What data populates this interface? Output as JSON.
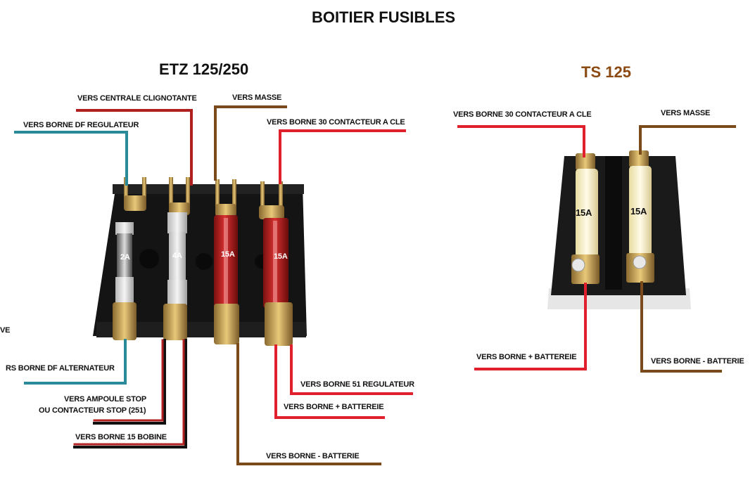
{
  "title": "BOITIER FUSIBLES",
  "left": {
    "heading": "ETZ 125/250",
    "labels": {
      "centrale": "VERS CENTRALE CLIGNOTANTE",
      "masse": "VERS MASSE",
      "df_regulateur": "VERS BORNE DF REGULATEUR",
      "borne30": "VERS BORNE 30 CONTACTEUR A CLE",
      "cut_left": "VE",
      "df_alternateur": "RS BORNE DF ALTERNATEUR",
      "stop_line1": "VERS AMPOULE STOP",
      "stop_line2": "OU CONTACTEUR STOP (251)",
      "borne15": "VERS BORNE 15 BOBINE",
      "borne51": "VERS BORNE 51 REGULATEUR",
      "plus_batterie": "VERS BORNE + BATTEREIE",
      "moins_batterie": "VERS BORNE - BATTERIE"
    },
    "fuses": [
      "2A",
      "4A",
      "15A",
      "15A"
    ]
  },
  "right": {
    "heading": "TS 125",
    "labels": {
      "borne30": "VERS BORNE 30 CONTACTEUR A CLE",
      "masse": "VERS MASSE",
      "plus_batterie": "VERS BORNE + BATTEREIE",
      "moins_batterie": "VERS BORNE - BATTERIE"
    },
    "fuses": [
      "15A",
      "15A"
    ]
  },
  "colors": {
    "red": "#e0202c",
    "brown": "#7a4a1a",
    "teal": "#2a8a9a",
    "black": "#111111",
    "ts_title": "#8b4a12"
  }
}
